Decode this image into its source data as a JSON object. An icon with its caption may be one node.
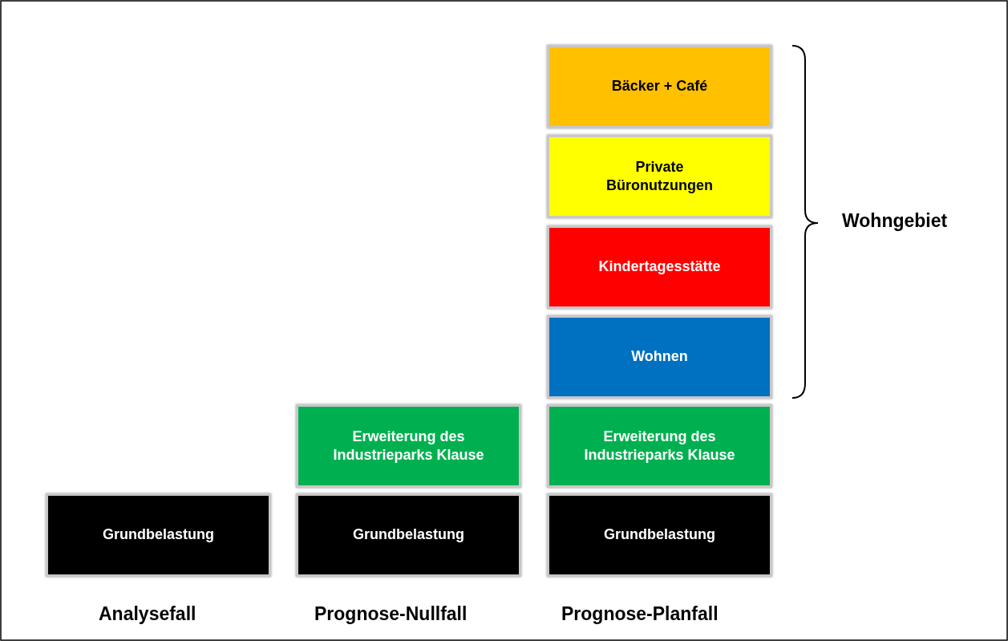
{
  "diagram": {
    "nodes": [
      {
        "text": [
          "Bäcker + Café"
        ]
      },
      {
        "text": [
          "Private Büronutzungen"
        ]
      },
      {
        "text": [
          "Kindertagesstätte"
        ]
      },
      {
        "text": [
          "Wohnen"
        ]
      },
      {
        "text": [
          "Erweiterung des Industrieparks Klause"
        ]
      },
      {
        "text": [
          "Erweiterung des Industrieparks Klause"
        ]
      },
      {
        "text": [
          "Grundbelastung"
        ]
      },
      {
        "text": [
          "Grundbelastung"
        ]
      },
      {
        "text": [
          "Grundbelastung"
        ]
      }
    ],
    "labels": [
      "Wohngebiet",
      "Analysefall",
      "Prognose-Nullfall",
      "Prognose-Planfall"
    ]
  }
}
